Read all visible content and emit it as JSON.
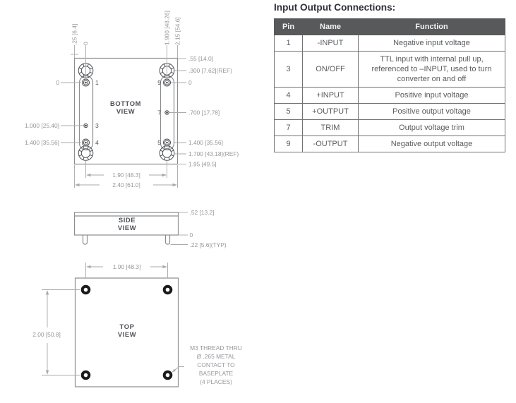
{
  "colors": {
    "table_header_bg": "#58595b",
    "table_header_text": "#f2f2f3",
    "table_cell_text": "#5a5b5e",
    "table_border": "#707174",
    "title_text": "#2f3038",
    "drawing_outline": "#8b8d90",
    "dimension_text": "#95979a"
  },
  "drawing": {
    "bottom_view": {
      "title": [
        "BOTTOM",
        "VIEW"
      ],
      "top_dims": [
        ".25 [6.4]",
        "0",
        "1.900 [48.26]",
        "2.15 [54.6]"
      ],
      "left_dims": [
        "0",
        "1.000 [25.40]",
        "1.400 [35.56]"
      ],
      "right_dims": [
        ".55 [14.0]",
        ".300 [7.62](REF)",
        "0",
        ".700 [17.78]",
        "1.400 [35.56]",
        "1.700 [43.18](REF)",
        "1.95 [49.5]"
      ],
      "bottom_dims": [
        "1.90 [48.3]",
        "2.40 [61.0]"
      ],
      "pins": [
        "1",
        "3",
        "4",
        "9",
        "7",
        "5"
      ]
    },
    "side_view": {
      "title": [
        "SIDE",
        "VIEW"
      ],
      "right_dims": [
        ".52 [13.2]",
        "0",
        ".22 [5.6](TYP)"
      ]
    },
    "top_view": {
      "title": [
        "TOP",
        "VIEW"
      ],
      "width_dim": "1.90 [48.3]",
      "height_dim": "2.00 [50.8]",
      "callout": [
        "M3 THREAD THRU",
        "Ø .265 METAL",
        "CONTACT TO",
        "BASEPLATE",
        "(4 PLACES)"
      ]
    }
  },
  "io_table": {
    "title": "Input Output Connections:",
    "headers": [
      "Pin",
      "Name",
      "Function"
    ],
    "rows": [
      {
        "pin": "1",
        "name": "-INPUT",
        "function": "Negative input voltage"
      },
      {
        "pin": "3",
        "name": "ON/OFF",
        "function": "TTL input with internal pull up, referenced to –INPUT, used to turn converter on and off"
      },
      {
        "pin": "4",
        "name": "+INPUT",
        "function": "Positive input voltage"
      },
      {
        "pin": "5",
        "name": "+OUTPUT",
        "function": "Positive output voltage"
      },
      {
        "pin": "7",
        "name": "TRIM",
        "function": "Output voltage trim"
      },
      {
        "pin": "9",
        "name": "-OUTPUT",
        "function": "Negative output voltage"
      }
    ]
  }
}
